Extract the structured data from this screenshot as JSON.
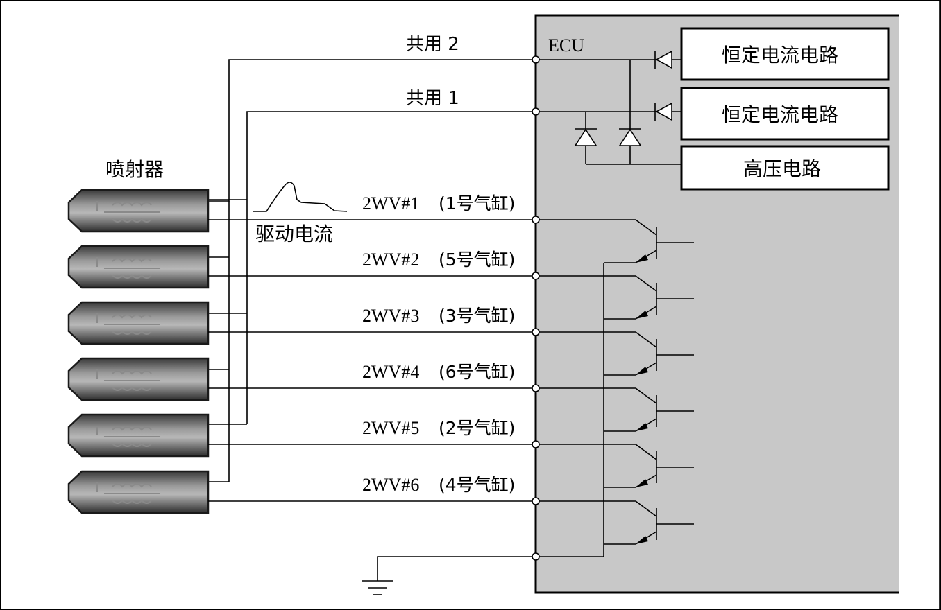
{
  "ecu": {
    "label": "ECU"
  },
  "common": [
    {
      "label": "共用 2"
    },
    {
      "label": "共用 1"
    }
  ],
  "injectors_label": "喷射器",
  "drive_current_label": "驱动电流",
  "circuits": [
    {
      "label": "恒定电流电路"
    },
    {
      "label": "恒定电流电路"
    },
    {
      "label": "高压电路"
    }
  ],
  "channels": [
    {
      "name": "2WV#1",
      "cylinder": "(1号气缸)"
    },
    {
      "name": "2WV#2",
      "cylinder": "(5号气缸)"
    },
    {
      "name": "2WV#3",
      "cylinder": "(3号气缸)"
    },
    {
      "name": "2WV#4",
      "cylinder": "(6号气缸)"
    },
    {
      "name": "2WV#5",
      "cylinder": "(2号气缸)"
    },
    {
      "name": "2WV#6",
      "cylinder": "(4号气缸)"
    }
  ],
  "colors": {
    "ecu_fill": "#c8c8c8",
    "injector_dark": "#3a3a3a",
    "injector_light": "#b8b8b8"
  }
}
